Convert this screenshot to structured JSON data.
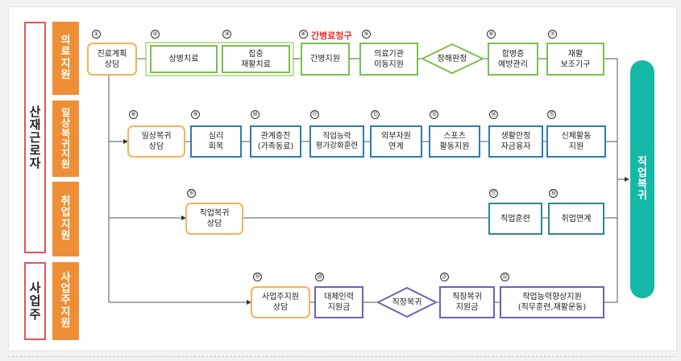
{
  "groups": {
    "industrial": [
      "산",
      "재",
      "근",
      "로",
      "자"
    ],
    "employer": [
      "사",
      "업",
      "주"
    ]
  },
  "categories": {
    "medical": [
      "의",
      "료",
      "지",
      "원"
    ],
    "daily": [
      "일",
      "상",
      "복",
      "귀",
      "지",
      "원"
    ],
    "employment": [
      "취",
      "업",
      "지",
      "원"
    ],
    "employer_support": [
      "사",
      "업",
      "주",
      "지",
      "원"
    ]
  },
  "numbers": [
    "①",
    "②",
    "③",
    "④",
    "⑤",
    "⑥",
    "⑦",
    "⑧",
    "⑨",
    "⑩",
    "⑪",
    "⑫",
    "⑬",
    "⑭",
    "⑮",
    "⑯",
    "⑰",
    "⑱",
    "⑲",
    "⑳",
    "㉑",
    "㉒"
  ],
  "nodes": {
    "n1": "진료계획\n상담",
    "n2": "상병치료",
    "n3": "집중\n재활치료",
    "n4": "간병지원",
    "n5": "의료기관\n이동지원",
    "disability": "장해판정",
    "n6": "합병증\n예방관리",
    "n7": "재활\n보조기구",
    "n8": "일상복귀\n상담",
    "n9": "심리\n회복",
    "n10": "관계증진\n(가족동료)",
    "n11": "직업능력\n평가강화훈련",
    "n12": "외부자원\n연계",
    "n13": "스포츠\n활동지원",
    "n14": "생활안정\n자금융자",
    "n15": "신체활동\n지원",
    "n16": "직업복귀\n상담",
    "n17": "직업훈련",
    "n18": "취업연계",
    "n19": "사업주지원\n상담",
    "n20": "대체인력\n지원금",
    "return_work": "직장복귀",
    "n21": "직장복귀\n지원금",
    "n22": "작업능력향상지원\n(직무훈련,재활운동)"
  },
  "claim_label": "간병료청구",
  "final_label": [
    "직",
    "업",
    "복",
    "귀"
  ],
  "colors": {
    "group_border": "#e8525c",
    "category_fill": "#ee8f37",
    "orange": "#f4b25c",
    "green": "#7cc04a",
    "blue": "#2f7bb6",
    "teal": "#2f8a8a",
    "purple": "#6d63b1",
    "final_fill": "#14b8a6",
    "claim_text": "#e33030"
  }
}
